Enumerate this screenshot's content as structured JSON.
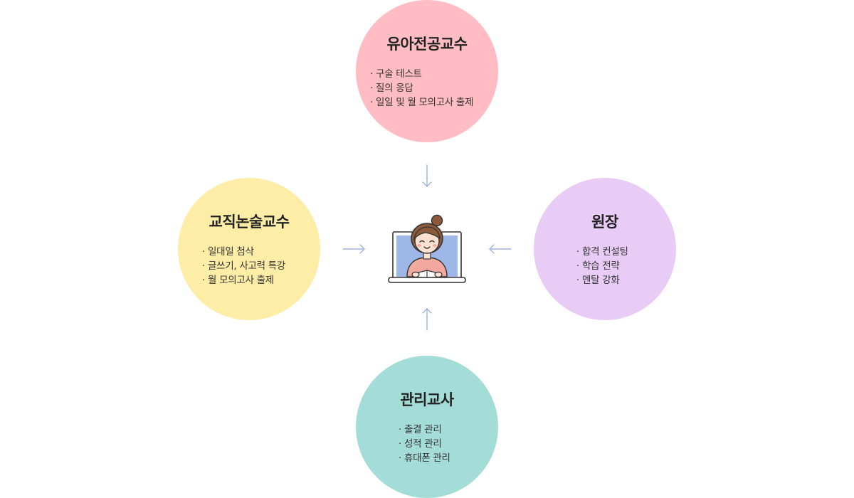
{
  "nodes": {
    "top": {
      "title": "유아전공교수",
      "color": "#FFBDC3",
      "items": [
        "구술 테스트",
        "질의 응답",
        "일일 및 월 모의고사 출제"
      ]
    },
    "left": {
      "title": "교직논술교수",
      "color": "#FDEDA6",
      "items": [
        "일대일 첨삭",
        "글쓰기, 사고력 특강",
        "월 모의고사 출제"
      ]
    },
    "right": {
      "title": "원장",
      "color": "#E8CCF6",
      "items": [
        "합격 컨설팅",
        "학습 전략",
        "멘탈 강화"
      ]
    },
    "bottom": {
      "title": "관리교사",
      "color": "#A4DDD7",
      "items": [
        "출결 관리",
        "성적 관리",
        "휴대폰 관리"
      ]
    }
  },
  "center": {
    "icon": "student-laptop-icon",
    "screen_color": "#9DB8E8"
  },
  "arrow_color": "#9FB3DE"
}
